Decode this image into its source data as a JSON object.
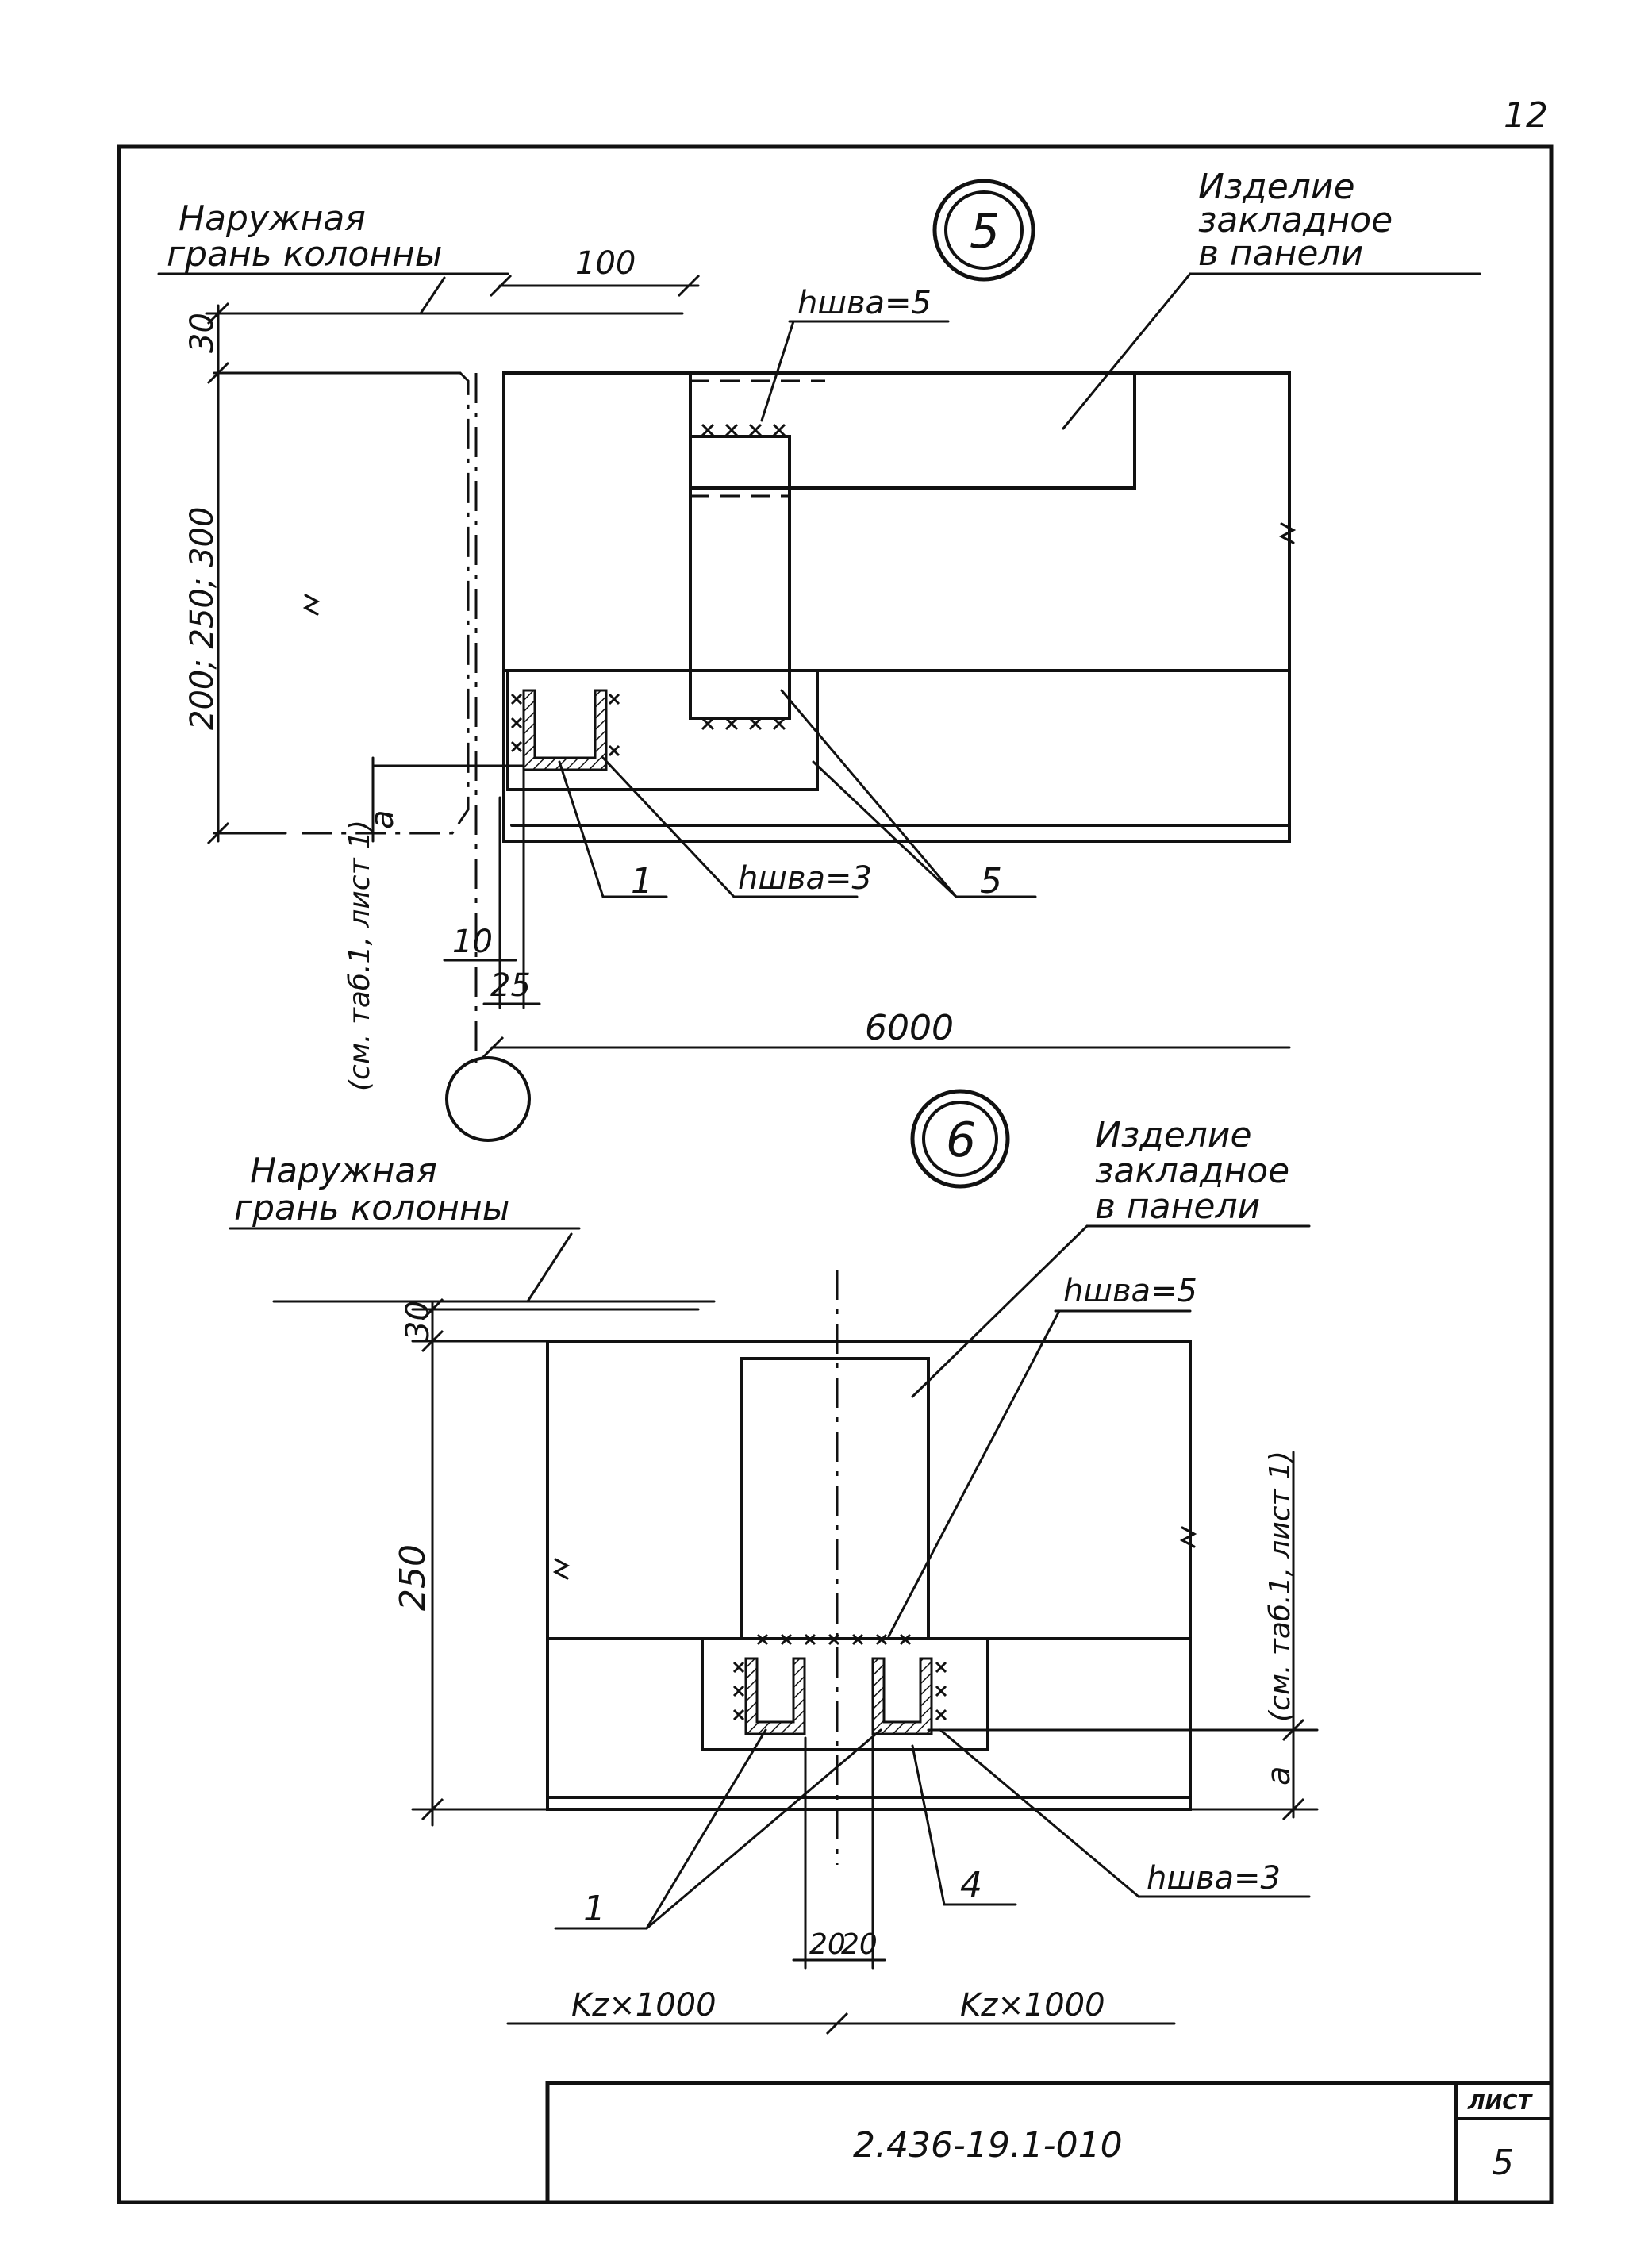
{
  "sheet": {
    "page_number": "12",
    "doc_code": "2.436-19.1-010",
    "sheet_label": "ЛИСТ",
    "sheet_number": "5"
  },
  "detail5": {
    "marker": "5",
    "outer_face": [
      "Наружная",
      "грань колонны"
    ],
    "embedded": [
      "Изделие",
      "закладное",
      "в панели"
    ],
    "weld_top": "hшва=5",
    "weld_bottom": "hшва=3",
    "dim_100": "100",
    "dim_30": "30",
    "dim_height": "200; 250; 300",
    "dim_10": "10",
    "dim_25": "25",
    "dim_a": "а",
    "see_table": "(см. таб.1, лист 1)",
    "pos_1": "1",
    "pos_5": "5",
    "dim_6000": "6000"
  },
  "detail6": {
    "marker": "6",
    "outer_face": [
      "Наружная",
      "грань колонны"
    ],
    "embedded": [
      "Изделие",
      "закладное",
      "в панели"
    ],
    "weld_top": "hшва=5",
    "weld_bottom": "hшва=3",
    "dim_30": "30",
    "dim_250": "250",
    "see_table": "(см. таб.1, лист 1)",
    "dim_a": "а",
    "pos_1": "1",
    "pos_4": "4",
    "dim_20a": "20",
    "dim_20b": "20",
    "k_left": "Kz×1000",
    "k_right": "Kz×1000"
  }
}
